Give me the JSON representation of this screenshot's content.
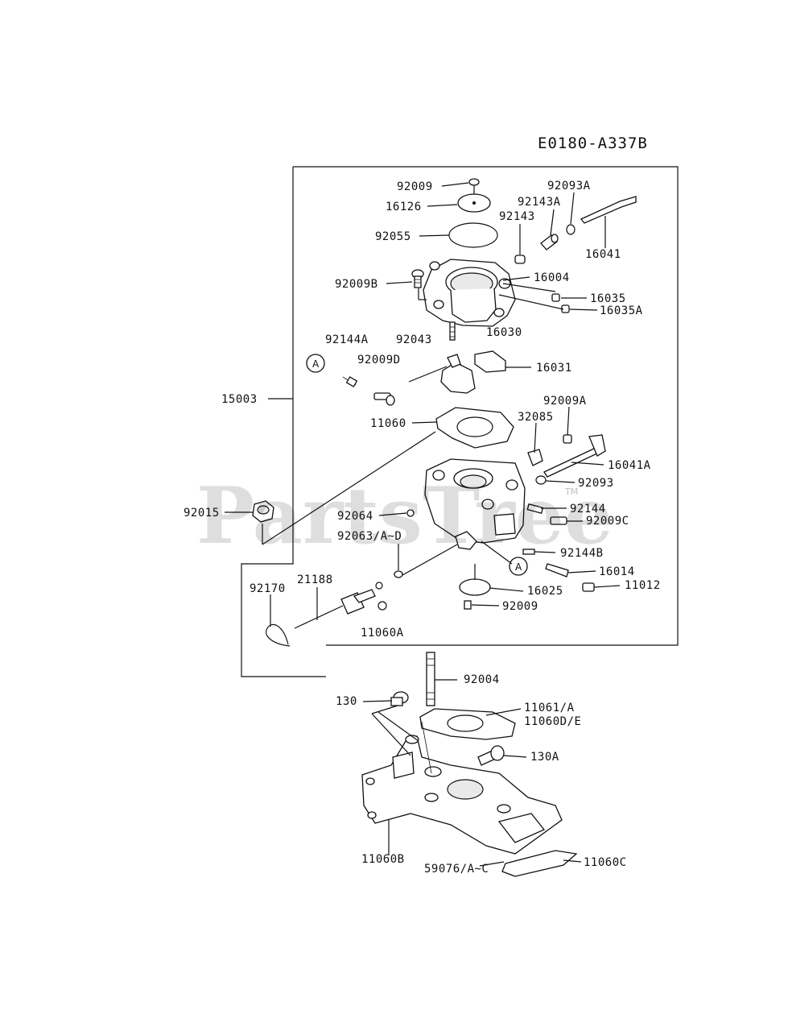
{
  "diagram_code": "E0180-A337B",
  "watermark": "PartsTree",
  "watermark_tm": "TM",
  "callout_letter": "A",
  "parts": {
    "p92009_top": "92009",
    "p16126": "16126",
    "p92055": "92055",
    "p92093A": "92093A",
    "p92143A": "92143A",
    "p92143": "92143",
    "p16041": "16041",
    "p92009B": "92009B",
    "p16004": "16004",
    "p16035": "16035",
    "p16035A": "16035A",
    "p16030": "16030",
    "p92144A": "92144A",
    "p92043": "92043",
    "p92009D": "92009D",
    "p16031": "16031",
    "p15003": "15003",
    "p11060": "11060",
    "p32085": "32085",
    "p92009A": "92009A",
    "p16041A": "16041A",
    "p92093": "92093",
    "p92015": "92015",
    "p92064": "92064",
    "p92144": "92144",
    "p92009C": "92009C",
    "p92063": "92063/A~D",
    "p92144B": "92144B",
    "p16014": "16014",
    "p11012": "11012",
    "p92170": "92170",
    "p21188": "21188",
    "p16025": "16025",
    "p92009_bot": "92009",
    "p11060A": "11060A",
    "p92004": "92004",
    "p130": "130",
    "p11061": "11061/A",
    "p11060DE": "11060D/E",
    "p130A": "130A",
    "p11060B": "11060B",
    "p59076": "59076/A~C",
    "p11060C": "11060C"
  }
}
